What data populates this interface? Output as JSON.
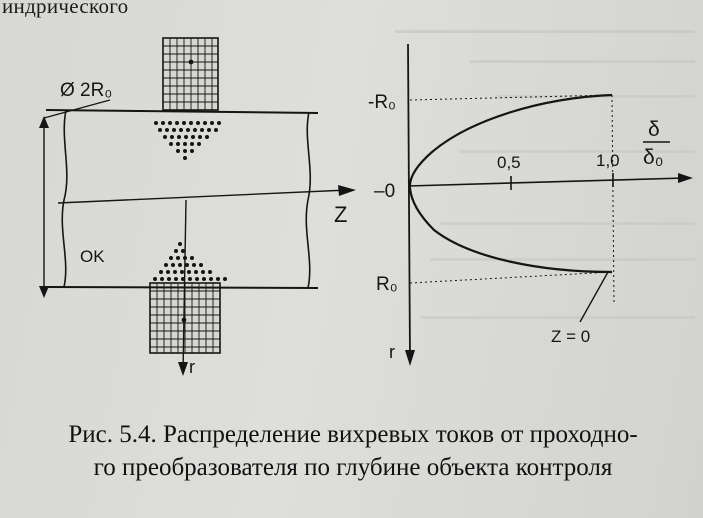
{
  "header_fragment": "индрического",
  "figure": {
    "diameter_label": "Ø 2R₀",
    "object_label": "OK",
    "axis_z_left": "Z",
    "axis_r_left": "r",
    "origin_label": "–0",
    "minus_r0_label": "-R₀",
    "plus_r0_label": "R₀",
    "tick_05": "0,5",
    "tick_10": "1,0",
    "ratio_numerator": "δ",
    "ratio_denominator": "δ₀",
    "axis_r_right": "r",
    "curve_annotation": "Z = 0"
  },
  "chart_data": {
    "type": "line",
    "x_axis_ticks": [
      "0,5",
      "1,0"
    ],
    "y_axis_labels": [
      "-R₀",
      "0",
      "R₀"
    ],
    "series": [
      {
        "name": "Z = 0",
        "points": [
          {
            "x": 0.0,
            "y": 0.0
          },
          {
            "x": 0.25,
            "y": 0.5
          },
          {
            "x": 0.5,
            "y": 0.71
          },
          {
            "x": 0.75,
            "y": 0.87
          },
          {
            "x": 1.0,
            "y": 1.0
          },
          {
            "x": 0.25,
            "y": -0.5
          },
          {
            "x": 0.5,
            "y": -0.71
          },
          {
            "x": 0.75,
            "y": -0.87
          },
          {
            "x": 1.0,
            "y": -1.0
          }
        ]
      }
    ]
  },
  "caption": {
    "line1": "Рис. 5.4. Распределение вихревых токов от проходно-",
    "line2": "го преобразователя по глубине объекта контроля"
  }
}
